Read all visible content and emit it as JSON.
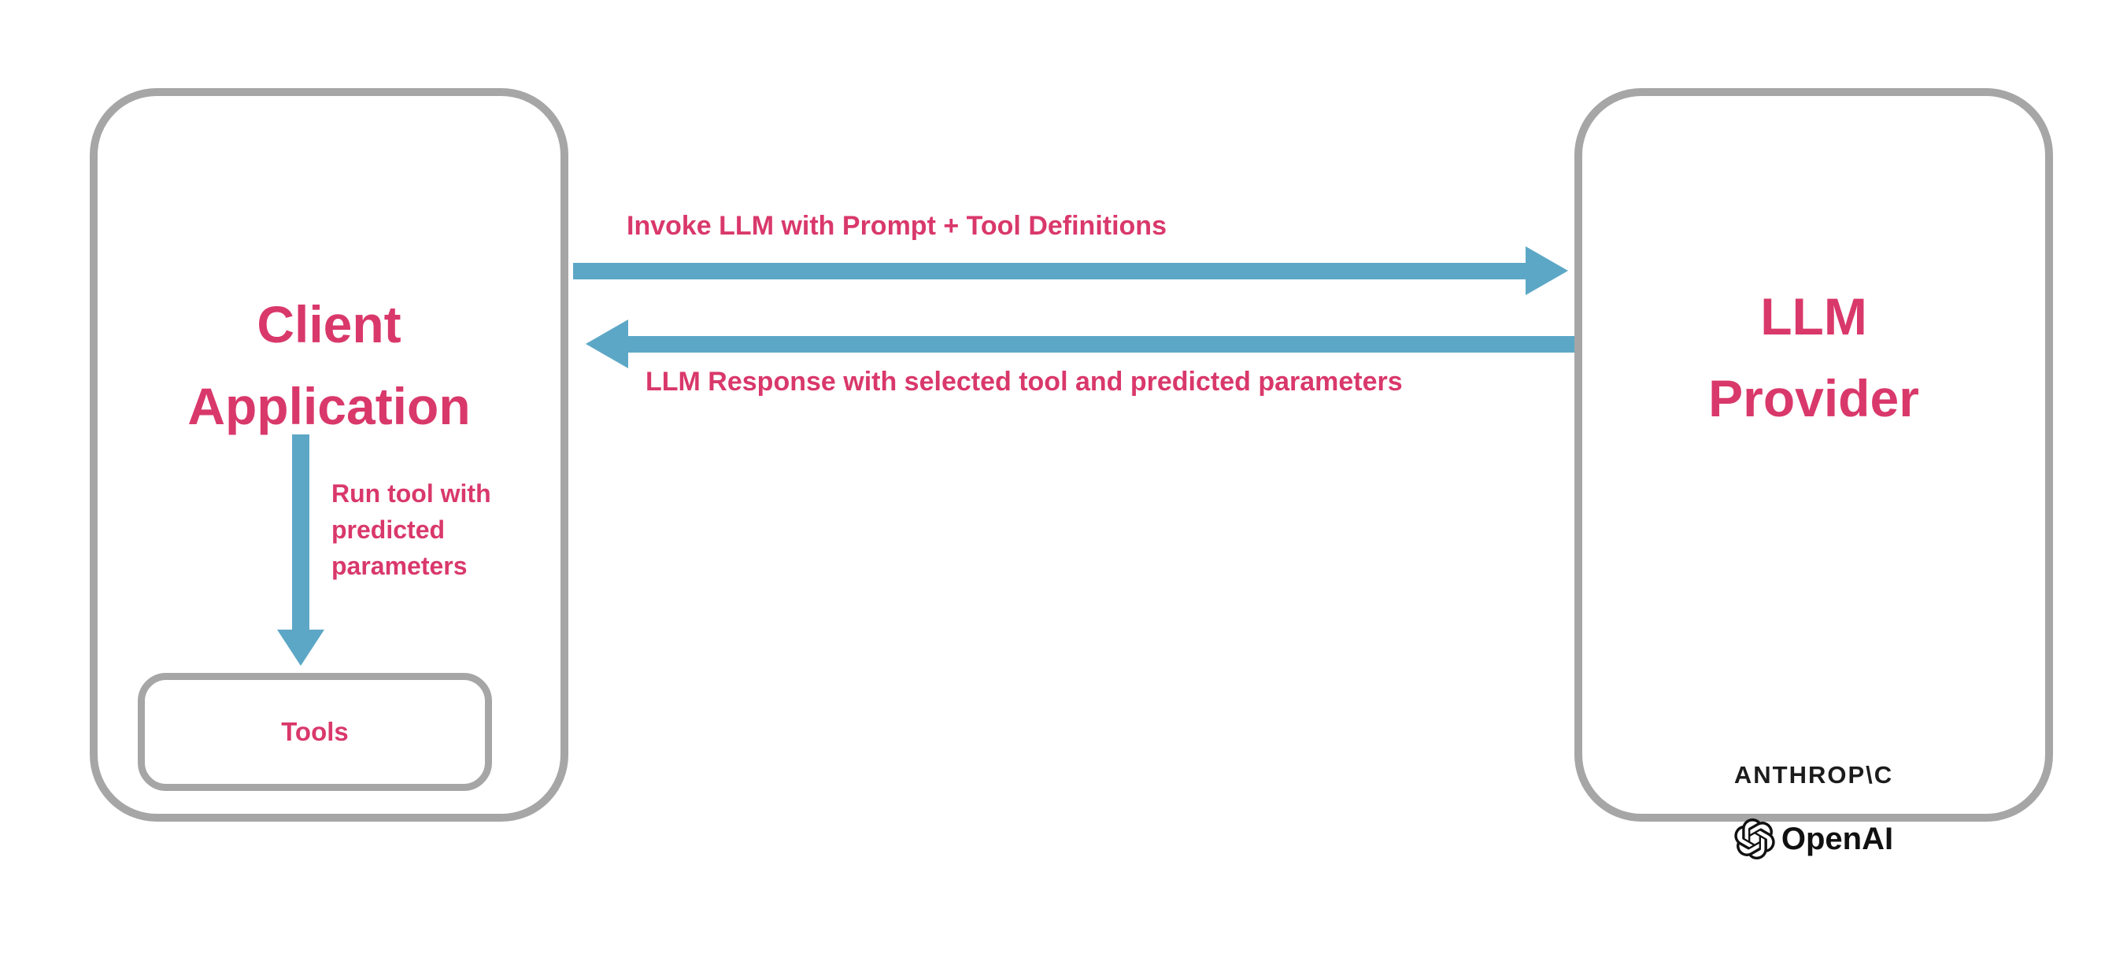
{
  "colors": {
    "accent_pink": "#d9386b",
    "arrow_teal": "#5da7c6",
    "border_gray": "#a6a6a6",
    "wordmark_black": "#1c1c1c"
  },
  "client_box": {
    "title": "Client\nApplication",
    "run_tool_label": "Run tool with\npredicted\nparameters",
    "tools_label": "Tools"
  },
  "llm_box": {
    "title": "LLM\nProvider",
    "anthropic_wordmark": "ANTHROP\\C",
    "openai_wordmark": "OpenAI"
  },
  "arrows": {
    "request_label": "Invoke LLM with Prompt + Tool Definitions",
    "response_label": "LLM Response with selected tool and predicted parameters"
  }
}
